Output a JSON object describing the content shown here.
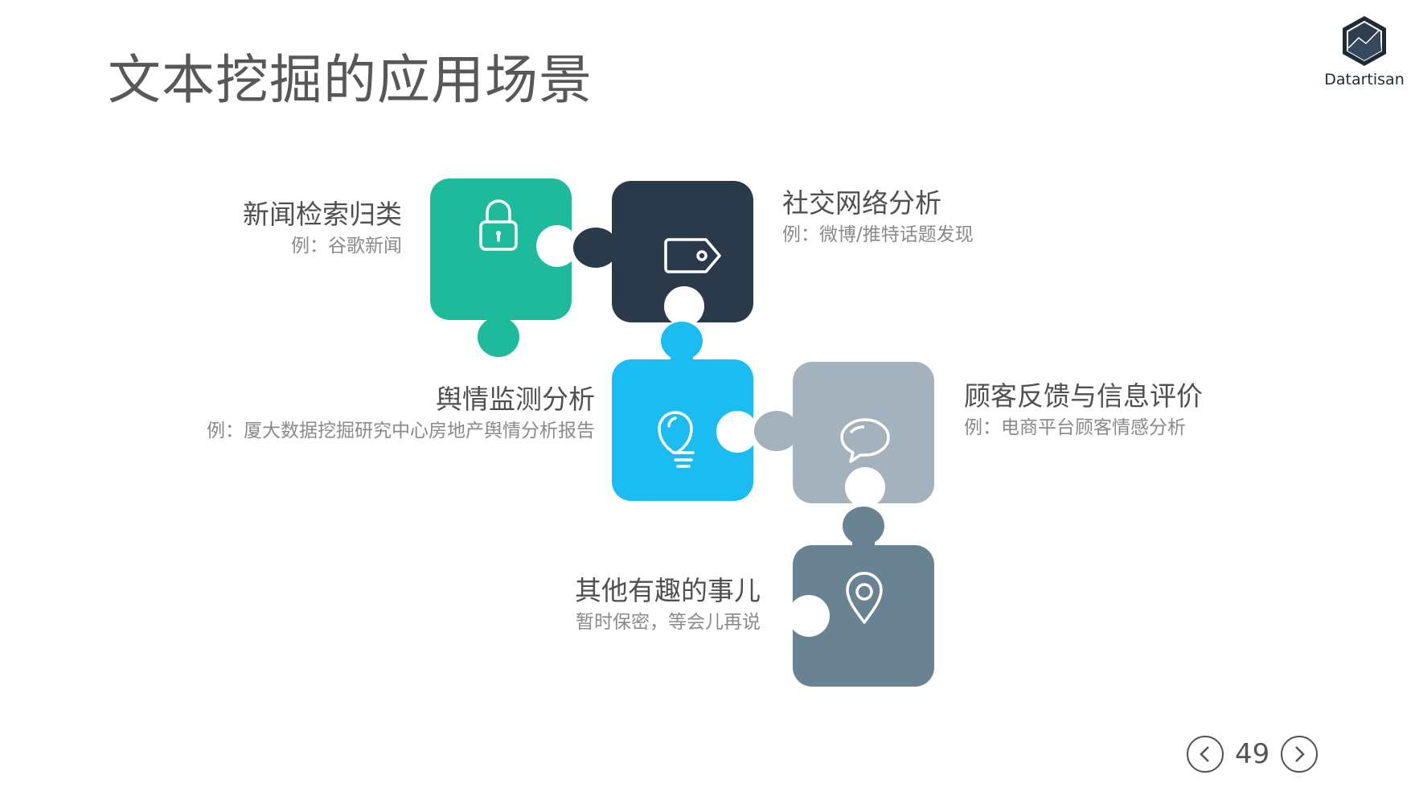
{
  "slide": {
    "title": "文本挖掘的应用场景",
    "page_number": "49"
  },
  "logo": {
    "text": "Datartisan"
  },
  "items": [
    {
      "title": "新闻检索归类",
      "example": "例：谷歌新闻",
      "icon": "lock-icon",
      "color": "#1dbb9b"
    },
    {
      "title": "社交网络分析",
      "example": "例：微博/推特话题发现",
      "icon": "tag-icon",
      "color": "#2b3a4a"
    },
    {
      "title": "舆情监测分析",
      "example": "例：厦大数据挖掘研究中心房地产舆情分析报告",
      "icon": "lightbulb-icon",
      "color": "#1bbcf2"
    },
    {
      "title": "顾客反馈与信息评价",
      "example": "例：电商平台顾客情感分析",
      "icon": "speech-bubble-icon",
      "color": "#a3b2bd"
    },
    {
      "title": "其他有趣的事儿",
      "example": "暂时保密，等会儿再说",
      "icon": "location-pin-icon",
      "color": "#6a8392"
    }
  ]
}
